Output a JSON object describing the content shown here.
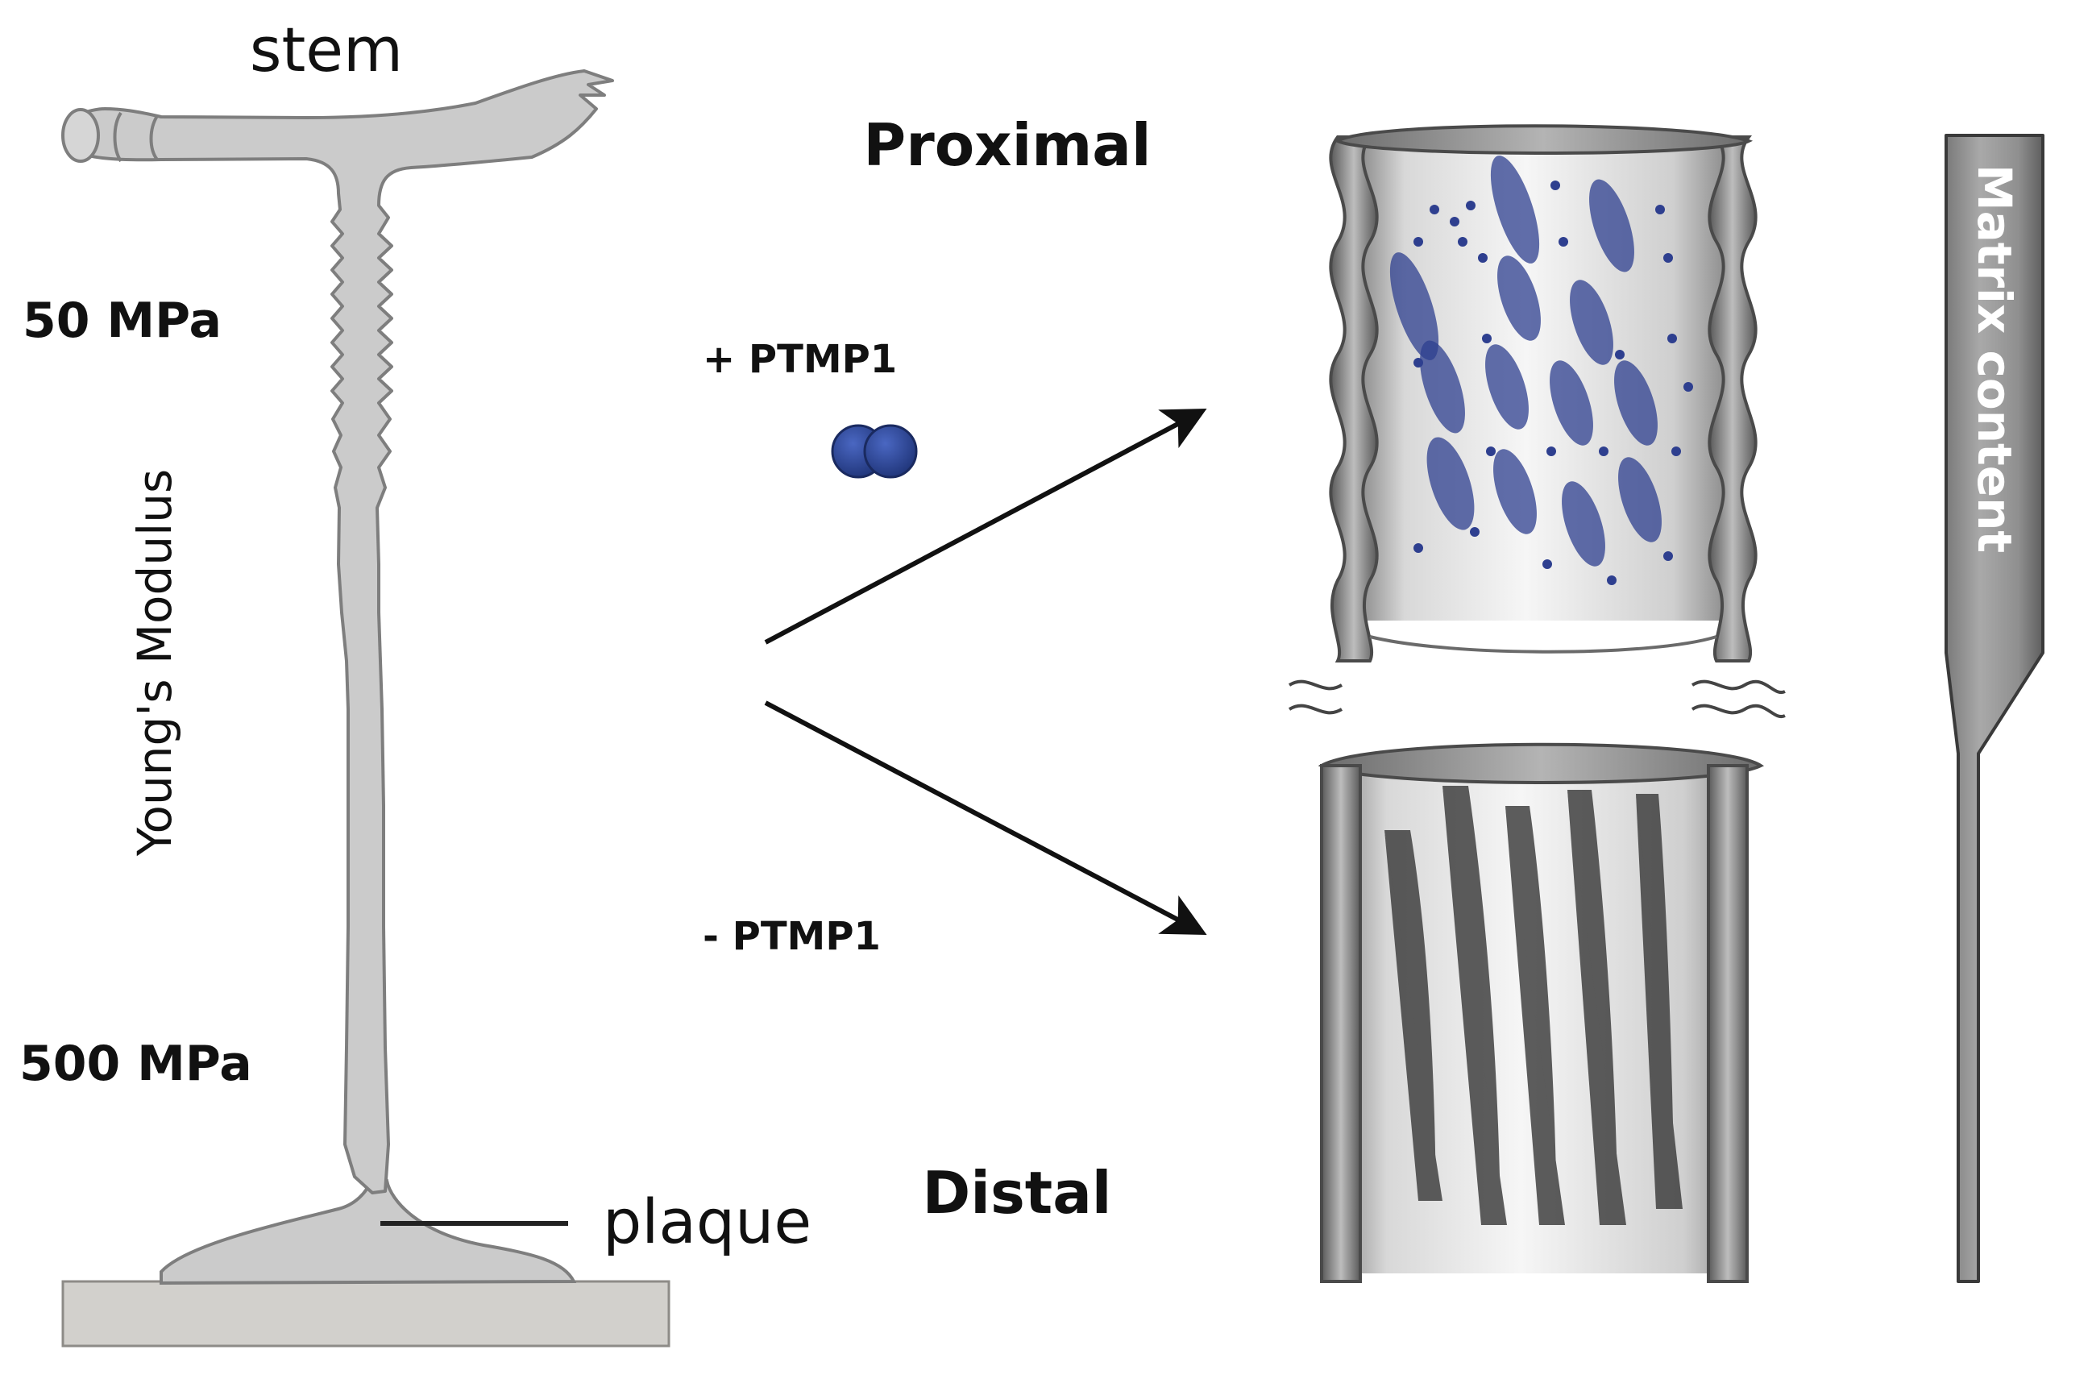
{
  "labels": {
    "stem": "stem",
    "plaque": "plaque",
    "modulus_top": "50 MPa",
    "modulus_bottom": "500 MPa",
    "modulus_axis": "Young's Modulus",
    "proximal": "Proximal",
    "distal": "Distal",
    "plus_ptmp1": "+ PTMP1",
    "minus_ptmp1": "- PTMP1",
    "matrix_content": "Matrix content"
  },
  "colors": {
    "thread_fill": "#cbcbcb",
    "thread_stroke": "#7e7e7e",
    "substrate_fill": "#d2d0cc",
    "ptmp1_particle": "#2f4a9a",
    "fibril_blue": "#2e3f8f",
    "fibril_dark": "#3b3b3b",
    "arrow": "#111111"
  }
}
